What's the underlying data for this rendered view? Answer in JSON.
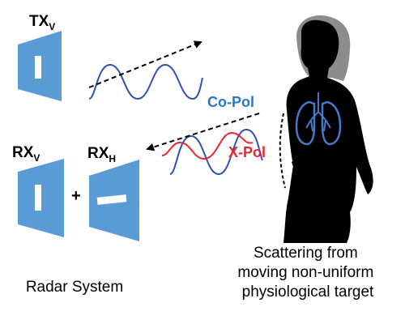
{
  "radar": {
    "tx_label": "TX",
    "tx_sub": "V",
    "rxv_label": "RX",
    "rxv_sub": "V",
    "rxh_label": "RX",
    "rxh_sub": "H",
    "plus": "+",
    "system_caption": "Radar System"
  },
  "signals": {
    "copol_label": "Co-Pol",
    "xpol_label": "X-Pol"
  },
  "target": {
    "caption_line1": "Scattering from",
    "caption_line2": "moving non-uniform",
    "caption_line3": "physiological target"
  },
  "colors": {
    "antenna": "#5b9bd5",
    "copol": "#2f4fb5",
    "copol_text": "#2e75c8",
    "xpol": "#e8262b",
    "silhouette": "#000000",
    "hair": "#8c8c8c",
    "lungs": "#4a78c8"
  }
}
